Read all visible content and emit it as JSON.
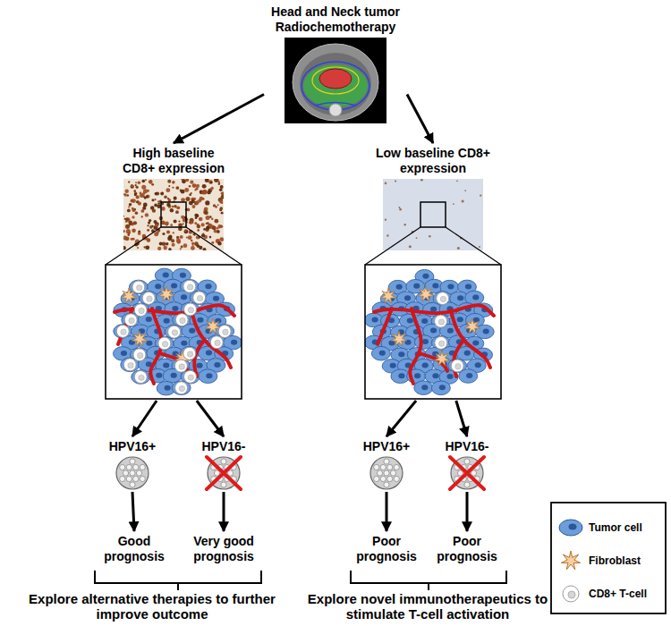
{
  "diagram": {
    "nodes": [
      {
        "text": [
          "Head and Neck tumor Radiochemotherapy"
        ]
      },
      {
        "text": [
          "High baseline CD8+ expression"
        ]
      },
      {
        "text": [
          "Low baseline CD8+ expression"
        ]
      },
      {
        "text": [
          "HPV16+"
        ]
      },
      {
        "text": [
          "HPV16-"
        ]
      },
      {
        "text": [
          "HPV16+"
        ]
      },
      {
        "text": [
          "HPV16-"
        ]
      },
      {
        "text": [
          "Good prognosis"
        ]
      },
      {
        "text": [
          "Very good prognosis"
        ]
      },
      {
        "text": [
          "Poor prognosis"
        ]
      },
      {
        "text": [
          "Poor prognosis"
        ]
      }
    ],
    "edges": [
      {
        "from": 0,
        "to": 1,
        "arrow": "to"
      },
      {
        "from": 0,
        "to": 2,
        "arrow": "to"
      },
      {
        "from": 1,
        "to": 3,
        "arrow": "to"
      },
      {
        "from": 1,
        "to": 4,
        "arrow": "to"
      },
      {
        "from": 2,
        "to": 5,
        "arrow": "to"
      },
      {
        "from": 2,
        "to": 6,
        "arrow": "to"
      },
      {
        "from": 3,
        "to": 7,
        "arrow": "to"
      },
      {
        "from": 4,
        "to": 8,
        "arrow": "to"
      },
      {
        "from": 5,
        "to": 9,
        "arrow": "to"
      },
      {
        "from": 6,
        "to": 10,
        "arrow": "to"
      }
    ],
    "labels": [
      "Explore alternative therapies to further improve outcome",
      "Explore novel immunotherapeutics to stimulate T-cell activation"
    ],
    "legend": [
      {
        "text": "Tumor cell"
      },
      {
        "text": "Fibroblast"
      },
      {
        "text": "CD8+ T-cell"
      }
    ]
  }
}
